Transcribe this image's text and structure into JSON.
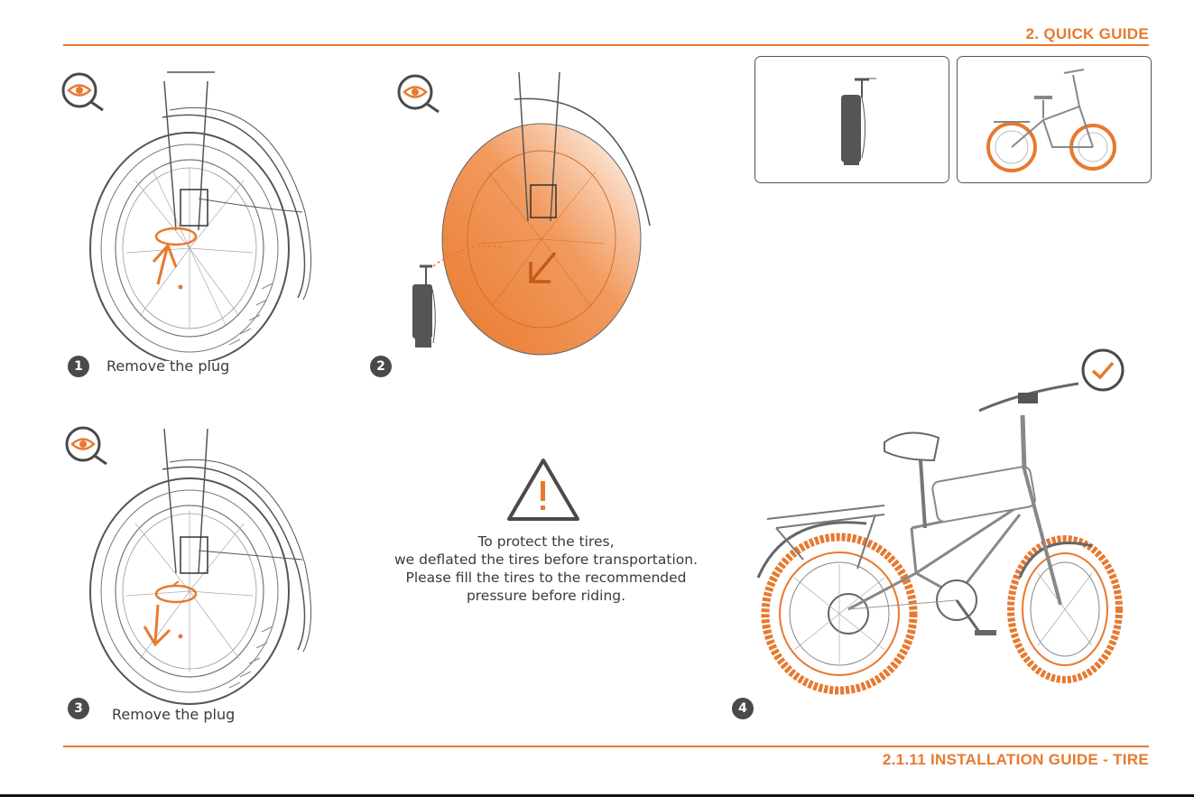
{
  "header": {
    "section_title": "2. QUICK GUIDE"
  },
  "footer": {
    "page_title": "2.1.11 INSTALLATION GUIDE - TIRE"
  },
  "steps": [
    {
      "number": "1",
      "label": "Remove the plug"
    },
    {
      "number": "2",
      "label": ""
    },
    {
      "number": "3",
      "label": "Remove the plug"
    },
    {
      "number": "4",
      "label": ""
    }
  ],
  "warning": {
    "lines": [
      "To protect the tires,",
      "we deflated the tires before transportation.",
      "Please fill the tires to the recommended",
      "pressure before riding."
    ]
  },
  "colors": {
    "accent": "#e8792e",
    "dark": "#4a4a4a"
  },
  "icons": [
    "magnifier-eye-icon",
    "warning-triangle-icon",
    "check-circle-icon",
    "pump-icon"
  ]
}
